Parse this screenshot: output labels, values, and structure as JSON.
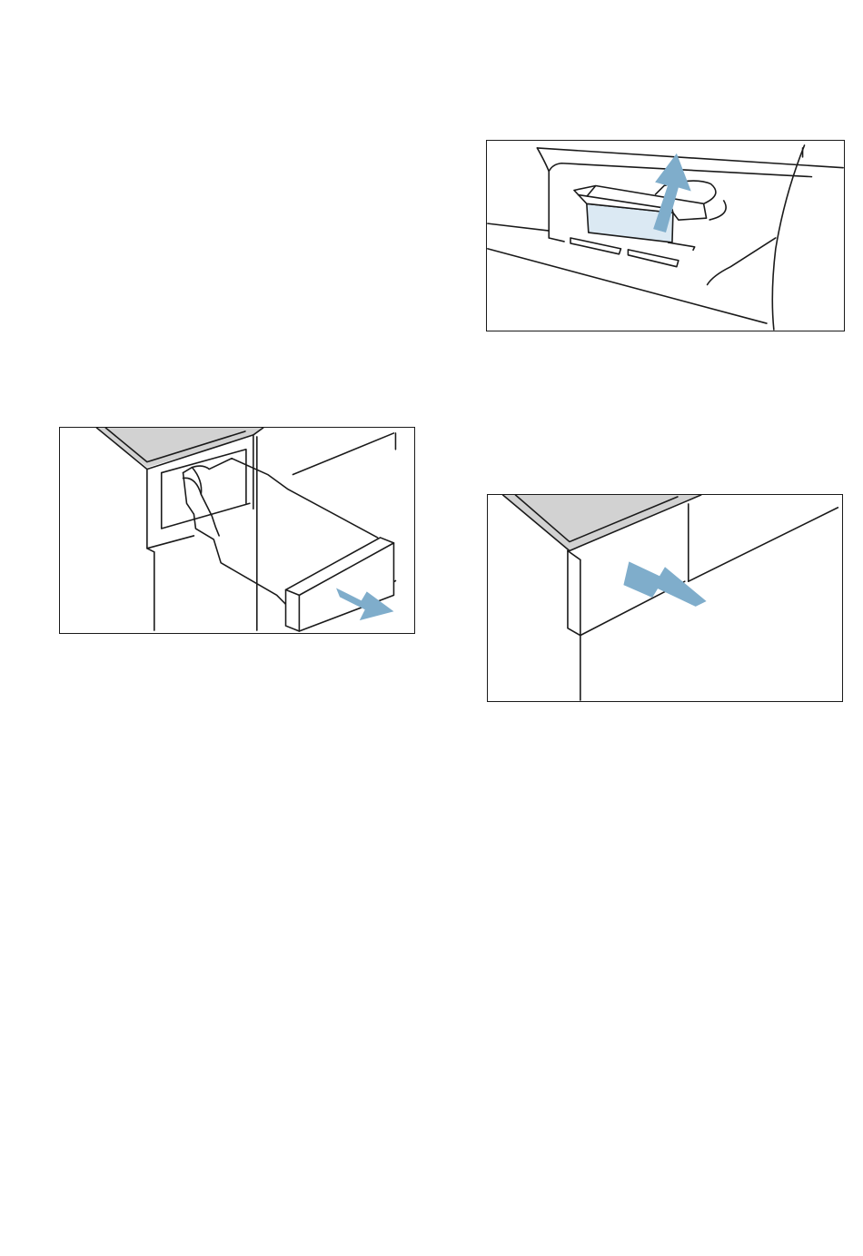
{
  "page": {
    "background": "#ffffff"
  },
  "colors": {
    "line": "#1a1a1a",
    "arrow": "#7fadcb",
    "panel_edge": "#d2d2d2",
    "insert_fill": "#dbe9f3"
  },
  "figures": [
    {
      "id": "insert-cover",
      "icon": "arrow-up-icon",
      "arrow_direction": "up"
    },
    {
      "id": "pull-drawer",
      "icon": "arrow-right-icon",
      "arrow_direction": "out"
    },
    {
      "id": "push-drawer",
      "icon": "arrow-left-icon",
      "arrow_direction": "in"
    }
  ]
}
